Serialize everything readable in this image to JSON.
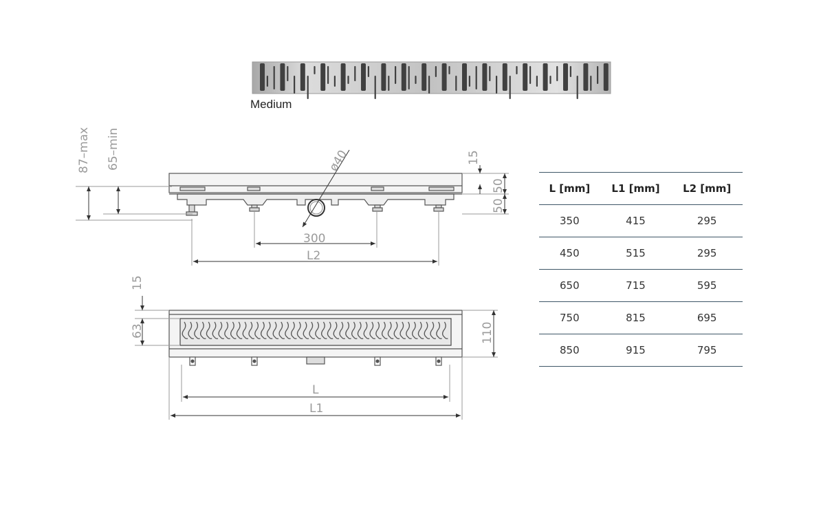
{
  "grate": {
    "variant": "Medium"
  },
  "side_view": {
    "dim_height_max": "87–max",
    "dim_height_min": "65–min",
    "dim_diameter": "ø40",
    "dim_top": "15",
    "dim_mid": "50",
    "dim_low": "50",
    "dim_outlet_span": "300",
    "dim_l2": "L2"
  },
  "plan_view": {
    "dim_top": "15",
    "dim_grate": "63",
    "dim_height": "110",
    "dim_l": "L",
    "dim_l1": "L1"
  },
  "spec_table": {
    "headers": [
      "L [mm]",
      "L1 [mm]",
      "L2 [mm]"
    ],
    "rows": [
      [
        "350",
        "415",
        "295"
      ],
      [
        "450",
        "515",
        "295"
      ],
      [
        "650",
        "715",
        "595"
      ],
      [
        "750",
        "815",
        "695"
      ],
      [
        "850",
        "915",
        "795"
      ]
    ]
  },
  "colors": {
    "table_rule": "#3d5566",
    "line": "#555555",
    "dim_text": "#9a9a9a"
  }
}
